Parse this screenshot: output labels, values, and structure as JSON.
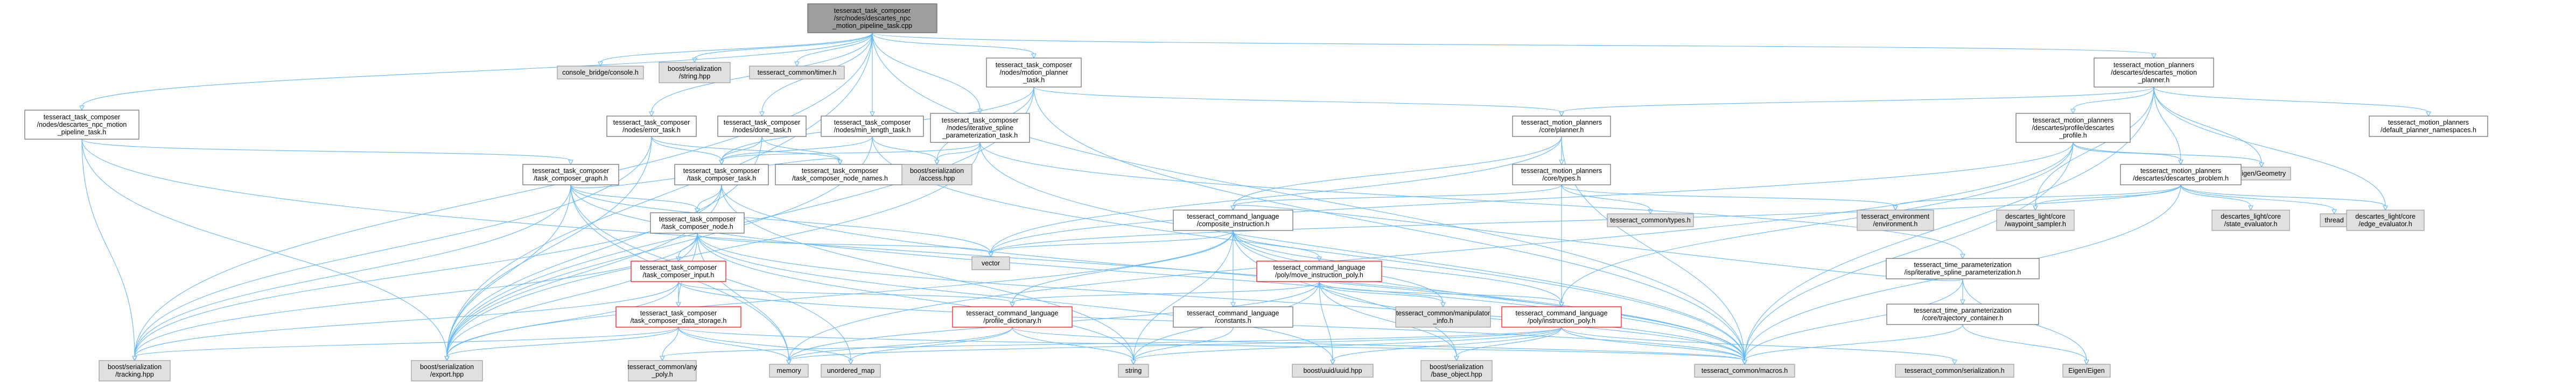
{
  "graph": {
    "nodes": [
      {
        "id": "root",
        "lines": [
          "tesseract_task_composer",
          "/src/nodes/descartes_npc",
          "_motion_pipeline_task.cpp"
        ],
        "style": "root"
      },
      {
        "id": "console",
        "lines": [
          "console_bridge/console.h"
        ],
        "style": "gray"
      },
      {
        "id": "bs_string",
        "lines": [
          "boost/serialization",
          "/string.hpp"
        ],
        "style": "gray"
      },
      {
        "id": "timer",
        "lines": [
          "tesseract_common/timer.h"
        ],
        "style": "gray"
      },
      {
        "id": "mp_task",
        "lines": [
          "tesseract_task_composer",
          "/nodes/motion_planner",
          "_task.h"
        ],
        "style": "white"
      },
      {
        "id": "dmp_task",
        "lines": [
          "tesseract_task_composer",
          "/nodes/descartes_npc_motion",
          "_pipeline_task.h"
        ],
        "style": "white"
      },
      {
        "id": "error_task",
        "lines": [
          "tesseract_task_composer",
          "/nodes/error_task.h"
        ],
        "style": "white"
      },
      {
        "id": "done_task",
        "lines": [
          "tesseract_task_composer",
          "/nodes/done_task.h"
        ],
        "style": "white"
      },
      {
        "id": "minlen",
        "lines": [
          "tesseract_task_composer",
          "/nodes/min_length_task.h"
        ],
        "style": "white"
      },
      {
        "id": "iter_spline",
        "lines": [
          "tesseract_task_composer",
          "/nodes/iterative_spline",
          "_parameterization_task.h"
        ],
        "style": "white"
      },
      {
        "id": "mp_core_planner",
        "lines": [
          "tesseract_motion_planners",
          "/core/planner.h"
        ],
        "style": "white"
      },
      {
        "id": "descartes_mp",
        "lines": [
          "tesseract_motion_planners",
          "/descartes/descartes_motion",
          "_planner.h"
        ],
        "style": "white"
      },
      {
        "id": "default_ns",
        "lines": [
          "tesseract_motion_planners",
          "/default_planner_namespaces.h"
        ],
        "style": "white"
      },
      {
        "id": "descartes_profile",
        "lines": [
          "tesseract_motion_planners",
          "/descartes/profile/descartes",
          "_profile.h"
        ],
        "style": "white"
      },
      {
        "id": "eigen_geometry",
        "lines": [
          "Eigen/Geometry"
        ],
        "style": "gray"
      },
      {
        "id": "descartes_problem",
        "lines": [
          "tesseract_motion_planners",
          "/descartes/descartes_problem.h"
        ],
        "style": "white"
      },
      {
        "id": "mp_core_types",
        "lines": [
          "tesseract_motion_planners",
          "/core/types.h"
        ],
        "style": "white"
      },
      {
        "id": "common_types",
        "lines": [
          "tesseract_common/types.h"
        ],
        "style": "gray"
      },
      {
        "id": "env",
        "lines": [
          "tesseract_environment",
          "/environment.h"
        ],
        "style": "gray"
      },
      {
        "id": "waypoint_sampler",
        "lines": [
          "descartes_light/core",
          "/waypoint_sampler.h"
        ],
        "style": "gray"
      },
      {
        "id": "state_evaluator",
        "lines": [
          "descartes_light/core",
          "/state_evaluator.h"
        ],
        "style": "gray"
      },
      {
        "id": "thread",
        "lines": [
          "thread"
        ],
        "style": "gray"
      },
      {
        "id": "edge_evaluator",
        "lines": [
          "descartes_light/core",
          "/edge_evaluator.h"
        ],
        "style": "gray"
      },
      {
        "id": "tc_graph",
        "lines": [
          "tesseract_task_composer",
          "/task_composer_graph.h"
        ],
        "style": "white"
      },
      {
        "id": "tc_task",
        "lines": [
          "tesseract_task_composer",
          "/task_composer_task.h"
        ],
        "style": "white"
      },
      {
        "id": "tc_node_names",
        "lines": [
          "tesseract_task_composer",
          "/task_composer_node_names.h"
        ],
        "style": "white"
      },
      {
        "id": "bs_access",
        "lines": [
          "boost/serialization",
          "/access.hpp"
        ],
        "style": "gray"
      },
      {
        "id": "tc_node",
        "lines": [
          "tesseract_task_composer",
          "/task_composer_node.h"
        ],
        "style": "white"
      },
      {
        "id": "tc_input",
        "lines": [
          "tesseract_task_composer",
          "/task_composer_input.h"
        ],
        "style": "red"
      },
      {
        "id": "tc_data_storage",
        "lines": [
          "tesseract_task_composer",
          "/task_composer_data_storage.h"
        ],
        "style": "red"
      },
      {
        "id": "composite_instr",
        "lines": [
          "tesseract_command_language",
          "/composite_instruction.h"
        ],
        "style": "white"
      },
      {
        "id": "vector",
        "lines": [
          "vector"
        ],
        "style": "gray"
      },
      {
        "id": "move_instr_poly",
        "lines": [
          "tesseract_command_language",
          "/poly/move_instruction_poly.h"
        ],
        "style": "red"
      },
      {
        "id": "profile_dict",
        "lines": [
          "tesseract_command_language",
          "/profile_dictionary.h"
        ],
        "style": "red"
      },
      {
        "id": "cl_constants",
        "lines": [
          "tesseract_command_language",
          "/constants.h"
        ],
        "style": "white"
      },
      {
        "id": "manipulator_info",
        "lines": [
          "tesseract_common/manipulator",
          "_info.h"
        ],
        "style": "gray"
      },
      {
        "id": "instr_poly",
        "lines": [
          "tesseract_command_language",
          "/poly/instruction_poly.h"
        ],
        "style": "red"
      },
      {
        "id": "tp_iter_spline",
        "lines": [
          "tesseract_time_parameterization",
          "/isp/iterative_spline_parameterization.h"
        ],
        "style": "white"
      },
      {
        "id": "tp_traj_container",
        "lines": [
          "tesseract_time_parameterization",
          "/core/trajectory_container.h"
        ],
        "style": "white"
      },
      {
        "id": "bs_tracking",
        "lines": [
          "boost/serialization",
          "/tracking.hpp"
        ],
        "style": "gray"
      },
      {
        "id": "bs_export",
        "lines": [
          "boost/serialization",
          "/export.hpp"
        ],
        "style": "gray"
      },
      {
        "id": "common_any_poly",
        "lines": [
          "tesseract_common/any",
          "_poly.h"
        ],
        "style": "gray"
      },
      {
        "id": "memory",
        "lines": [
          "memory"
        ],
        "style": "gray"
      },
      {
        "id": "unordered_map",
        "lines": [
          "unordered_map"
        ],
        "style": "gray"
      },
      {
        "id": "string",
        "lines": [
          "string"
        ],
        "style": "gray"
      },
      {
        "id": "uuid",
        "lines": [
          "boost/uuid/uuid.hpp"
        ],
        "style": "gray"
      },
      {
        "id": "bs_base_object",
        "lines": [
          "boost/serialization",
          "/base_object.hpp"
        ],
        "style": "gray"
      },
      {
        "id": "common_macros",
        "lines": [
          "tesseract_common/macros.h"
        ],
        "style": "gray"
      },
      {
        "id": "common_serialization",
        "lines": [
          "tesseract_common/serialization.h"
        ],
        "style": "gray"
      },
      {
        "id": "eigen",
        "lines": [
          "Eigen/Eigen"
        ],
        "style": "gray"
      }
    ],
    "edges": [
      [
        "root",
        "console"
      ],
      [
        "root",
        "bs_string"
      ],
      [
        "root",
        "timer"
      ],
      [
        "root",
        "mp_task"
      ],
      [
        "root",
        "dmp_task"
      ],
      [
        "root",
        "error_task"
      ],
      [
        "root",
        "done_task"
      ],
      [
        "root",
        "minlen"
      ],
      [
        "root",
        "iter_spline"
      ],
      [
        "root",
        "descartes_mp"
      ],
      [
        "root",
        "common_macros"
      ],
      [
        "root",
        "bs_tracking"
      ],
      [
        "root",
        "bs_export"
      ],
      [
        "mp_task",
        "mp_core_planner"
      ],
      [
        "mp_task",
        "tc_task"
      ],
      [
        "mp_task",
        "common_macros"
      ],
      [
        "mp_task",
        "bs_access"
      ],
      [
        "mp_task",
        "bs_export"
      ],
      [
        "dmp_task",
        "tc_graph"
      ],
      [
        "dmp_task",
        "bs_tracking"
      ],
      [
        "dmp_task",
        "bs_export"
      ],
      [
        "dmp_task",
        "common_macros"
      ],
      [
        "error_task",
        "tc_task"
      ],
      [
        "error_task",
        "tc_node_names"
      ],
      [
        "error_task",
        "bs_export"
      ],
      [
        "error_task",
        "bs_tracking"
      ],
      [
        "done_task",
        "tc_task"
      ],
      [
        "done_task",
        "tc_node_names"
      ],
      [
        "done_task",
        "bs_export"
      ],
      [
        "minlen",
        "tc_task"
      ],
      [
        "minlen",
        "bs_access"
      ],
      [
        "minlen",
        "common_macros"
      ],
      [
        "minlen",
        "bs_export"
      ],
      [
        "iter_spline",
        "tc_task"
      ],
      [
        "iter_spline",
        "tp_iter_spline"
      ],
      [
        "iter_spline",
        "bs_access"
      ],
      [
        "iter_spline",
        "common_macros"
      ],
      [
        "iter_spline",
        "bs_export"
      ],
      [
        "descartes_mp",
        "mp_core_planner"
      ],
      [
        "descartes_mp",
        "descartes_profile"
      ],
      [
        "descartes_mp",
        "default_ns"
      ],
      [
        "descartes_mp",
        "eigen_geometry"
      ],
      [
        "descartes_mp",
        "descartes_problem"
      ],
      [
        "descartes_mp",
        "common_macros"
      ],
      [
        "descartes_mp",
        "waypoint_sampler"
      ],
      [
        "descartes_mp",
        "edge_evaluator"
      ],
      [
        "mp_core_planner",
        "mp_core_types"
      ],
      [
        "mp_core_planner",
        "common_macros"
      ],
      [
        "mp_core_planner",
        "vector"
      ],
      [
        "mp_core_planner",
        "composite_instr"
      ],
      [
        "mp_core_types",
        "common_types"
      ],
      [
        "mp_core_types",
        "env"
      ],
      [
        "mp_core_types",
        "composite_instr"
      ],
      [
        "mp_core_types",
        "instr_poly"
      ],
      [
        "descartes_profile",
        "descartes_problem"
      ],
      [
        "descartes_profile",
        "eigen_geometry"
      ],
      [
        "descartes_profile",
        "vector"
      ],
      [
        "descartes_profile",
        "common_macros"
      ],
      [
        "descartes_profile",
        "instr_poly"
      ],
      [
        "descartes_profile",
        "memory"
      ],
      [
        "descartes_problem",
        "env"
      ],
      [
        "descartes_problem",
        "waypoint_sampler"
      ],
      [
        "descartes_problem",
        "state_evaluator"
      ],
      [
        "descartes_problem",
        "thread"
      ],
      [
        "descartes_problem",
        "edge_evaluator"
      ],
      [
        "descartes_problem",
        "vector"
      ],
      [
        "descartes_problem",
        "common_macros"
      ],
      [
        "tc_graph",
        "tc_node"
      ],
      [
        "tc_graph",
        "tc_node_names"
      ],
      [
        "tc_graph",
        "bs_export"
      ],
      [
        "tc_graph",
        "bs_tracking"
      ],
      [
        "tc_graph",
        "common_macros"
      ],
      [
        "tc_graph",
        "memory"
      ],
      [
        "tc_graph",
        "vector"
      ],
      [
        "tc_graph",
        "unordered_map"
      ],
      [
        "tc_task",
        "tc_node"
      ],
      [
        "tc_task",
        "bs_export"
      ],
      [
        "tc_task",
        "bs_tracking"
      ],
      [
        "tc_task",
        "common_macros"
      ],
      [
        "tc_task",
        "string"
      ],
      [
        "tc_node",
        "tc_input"
      ],
      [
        "tc_node",
        "tc_data_storage"
      ],
      [
        "tc_node",
        "bs_export"
      ],
      [
        "tc_node",
        "bs_tracking"
      ],
      [
        "tc_node",
        "string"
      ],
      [
        "tc_node",
        "vector"
      ],
      [
        "tc_node",
        "memory"
      ],
      [
        "tc_node",
        "uuid"
      ],
      [
        "tc_node",
        "common_macros"
      ],
      [
        "tc_input",
        "tc_data_storage"
      ],
      [
        "tc_input",
        "profile_dict"
      ],
      [
        "tc_input",
        "bs_export"
      ],
      [
        "tc_input",
        "bs_tracking"
      ],
      [
        "tc_input",
        "common_macros"
      ],
      [
        "tc_data_storage",
        "common_any_poly"
      ],
      [
        "tc_data_storage",
        "memory"
      ],
      [
        "tc_data_storage",
        "unordered_map"
      ],
      [
        "tc_data_storage",
        "bs_export"
      ],
      [
        "tc_data_storage",
        "bs_tracking"
      ],
      [
        "tc_data_storage",
        "common_macros"
      ],
      [
        "composite_instr",
        "move_instr_poly"
      ],
      [
        "composite_instr",
        "instr_poly"
      ],
      [
        "composite_instr",
        "profile_dict"
      ],
      [
        "composite_instr",
        "cl_constants"
      ],
      [
        "composite_instr",
        "vector"
      ],
      [
        "composite_instr",
        "string"
      ],
      [
        "composite_instr",
        "common_macros"
      ],
      [
        "composite_instr",
        "bs_export"
      ],
      [
        "composite_instr",
        "manipulator_info"
      ],
      [
        "composite_instr",
        "bs_base_object"
      ],
      [
        "move_instr_poly",
        "instr_poly"
      ],
      [
        "move_instr_poly",
        "manipulator_info"
      ],
      [
        "move_instr_poly",
        "profile_dict"
      ],
      [
        "move_instr_poly",
        "uuid"
      ],
      [
        "move_instr_poly",
        "string"
      ],
      [
        "move_instr_poly",
        "memory"
      ],
      [
        "move_instr_poly",
        "common_macros"
      ],
      [
        "move_instr_poly",
        "bs_base_object"
      ],
      [
        "profile_dict",
        "memory"
      ],
      [
        "profile_dict",
        "unordered_map"
      ],
      [
        "profile_dict",
        "string"
      ],
      [
        "profile_dict",
        "common_macros"
      ],
      [
        "cl_constants",
        "string"
      ],
      [
        "instr_poly",
        "common_any_poly"
      ],
      [
        "instr_poly",
        "uuid"
      ],
      [
        "instr_poly",
        "string"
      ],
      [
        "instr_poly",
        "memory"
      ],
      [
        "instr_poly",
        "common_macros"
      ],
      [
        "instr_poly",
        "common_serialization"
      ],
      [
        "instr_poly",
        "bs_base_object"
      ],
      [
        "tp_iter_spline",
        "tp_traj_container"
      ],
      [
        "tp_iter_spline",
        "composite_instr"
      ],
      [
        "tp_iter_spline",
        "common_macros"
      ],
      [
        "tp_iter_spline",
        "eigen"
      ],
      [
        "tp_traj_container",
        "eigen"
      ],
      [
        "tp_traj_container",
        "common_macros"
      ]
    ]
  }
}
